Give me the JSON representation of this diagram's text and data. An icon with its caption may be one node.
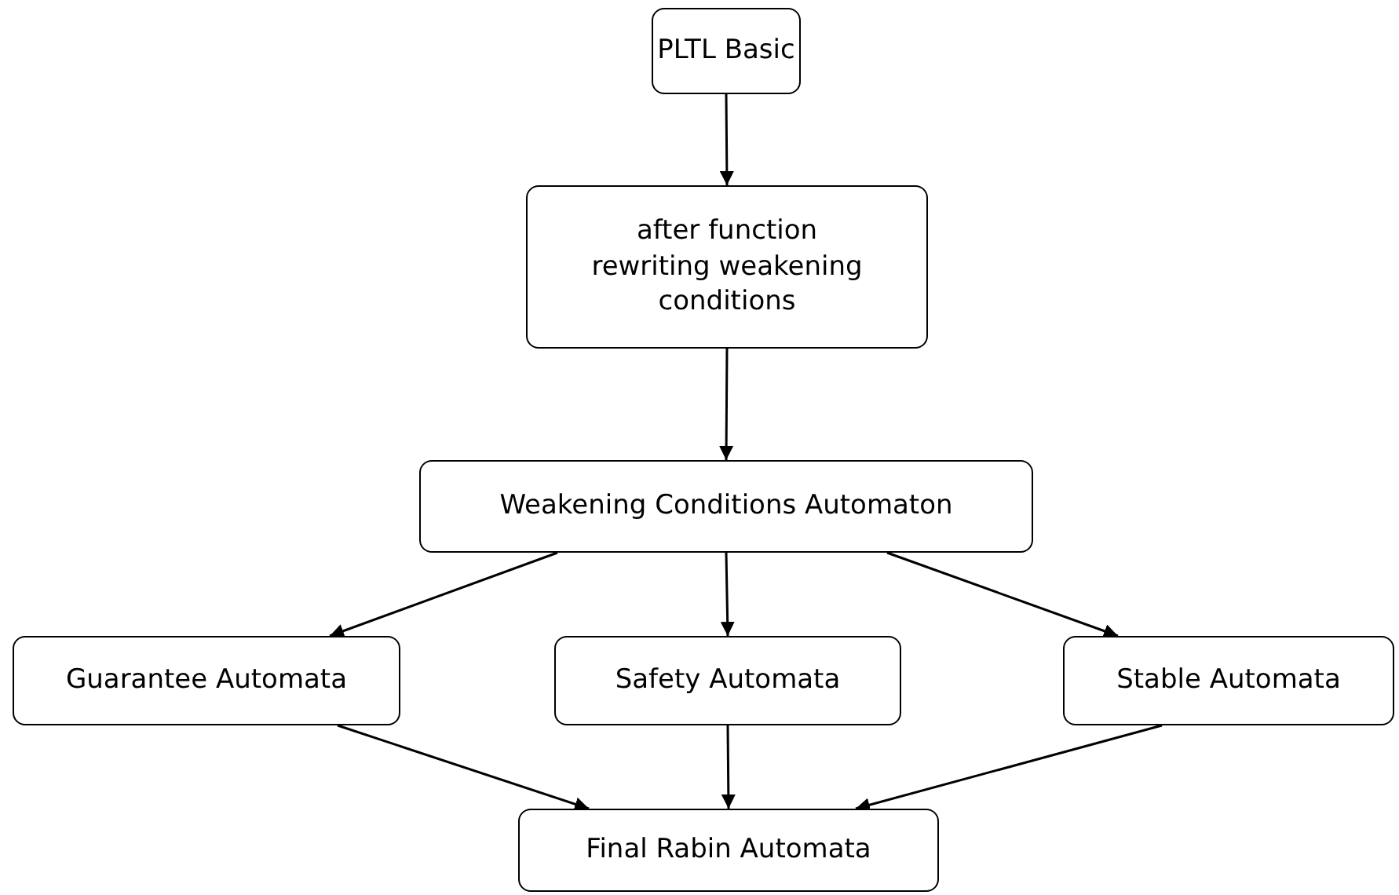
{
  "diagram": {
    "nodes": [
      {
        "text": [
          "PLTL Basic"
        ]
      },
      {
        "text": [
          "after function rewriting weakening conditions"
        ]
      },
      {
        "text": [
          "Weakening Conditions Automaton"
        ]
      },
      {
        "text": [
          "Guarantee Automata"
        ]
      },
      {
        "text": [
          "Safety Automata"
        ]
      },
      {
        "text": [
          "Stable Automata"
        ]
      },
      {
        "text": [
          "Final Rabin Automata"
        ]
      }
    ],
    "edges": [
      {
        "from": 0,
        "to": 1,
        "arrow": "to"
      },
      {
        "from": 1,
        "to": 2,
        "arrow": "to"
      },
      {
        "from": 2,
        "to": 3,
        "arrow": "to"
      },
      {
        "from": 2,
        "to": 4,
        "arrow": "to"
      },
      {
        "from": 2,
        "to": 5,
        "arrow": "to"
      },
      {
        "from": 3,
        "to": 6,
        "arrow": "to"
      },
      {
        "from": 4,
        "to": 6,
        "arrow": "to"
      },
      {
        "from": 5,
        "to": 6,
        "arrow": "to"
      }
    ]
  }
}
